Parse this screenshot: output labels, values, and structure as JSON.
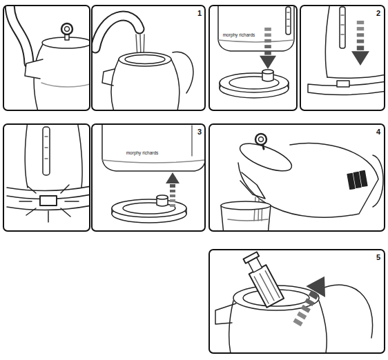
{
  "diagram": {
    "labels": [
      "1",
      "morphy richards",
      "2",
      "morphy richards",
      "3",
      "4",
      "5"
    ]
  }
}
